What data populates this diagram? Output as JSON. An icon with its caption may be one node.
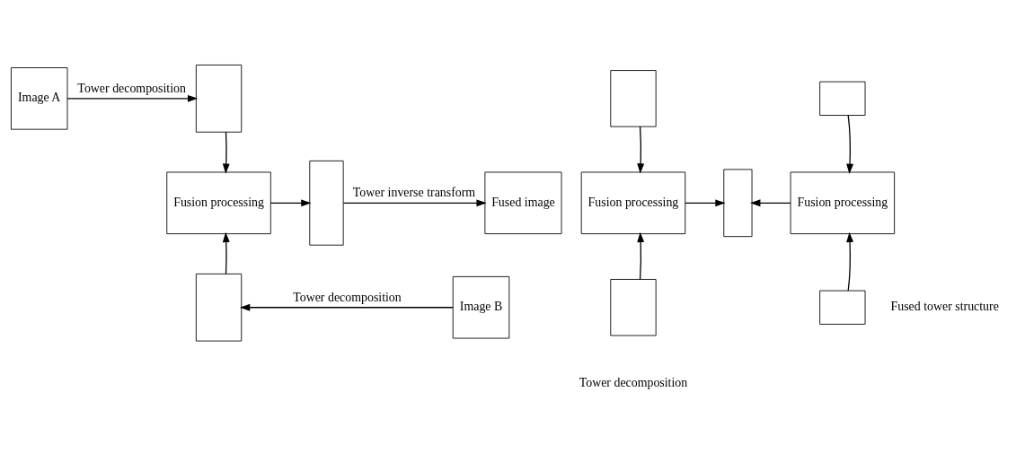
{
  "diagram": {
    "nodes": [
      {
        "text": [
          "Image A"
        ]
      },
      {
        "text": [],
        "shape": "box"
      },
      {
        "text": [],
        "shape": "box"
      },
      {
        "text": [],
        "shape": "box"
      },
      {
        "text": [
          "Fusion processing"
        ]
      },
      {
        "text": [
          "Fusion processing"
        ]
      },
      {
        "text": [
          "Fusion processing"
        ]
      },
      {
        "text": [],
        "shape": "box"
      },
      {
        "text": [],
        "shape": "box"
      },
      {
        "text": [
          "Fused image"
        ]
      },
      {
        "text": [
          "Image B"
        ]
      },
      {
        "text": [],
        "shape": "box"
      },
      {
        "text": [],
        "shape": "box"
      },
      {
        "text": [],
        "shape": "box"
      }
    ],
    "edges": [
      {
        "from": 0,
        "to": 1,
        "arrow": "to",
        "label": "Tower decomposition"
      },
      {
        "from": 1,
        "to": 4,
        "arrow": "to"
      },
      {
        "from": 2,
        "to": 5,
        "arrow": "to"
      },
      {
        "from": 3,
        "to": 6,
        "arrow": "to"
      },
      {
        "from": 4,
        "to": 8,
        "arrow": "to"
      },
      {
        "from": 5,
        "to": 7,
        "arrow": "to"
      },
      {
        "from": 6,
        "to": 7,
        "arrow": "to"
      },
      {
        "from": 8,
        "to": 9,
        "arrow": "to",
        "label": "Tower inverse transform"
      },
      {
        "from": 10,
        "to": 11,
        "arrow": "to",
        "label": "Tower decomposition"
      },
      {
        "from": 11,
        "to": 4,
        "arrow": "to"
      },
      {
        "from": 12,
        "to": 5,
        "arrow": "to"
      },
      {
        "from": 13,
        "to": 6,
        "arrow": "to"
      }
    ],
    "labels": [
      "Fused tower structure",
      "Tower decomposition"
    ]
  }
}
